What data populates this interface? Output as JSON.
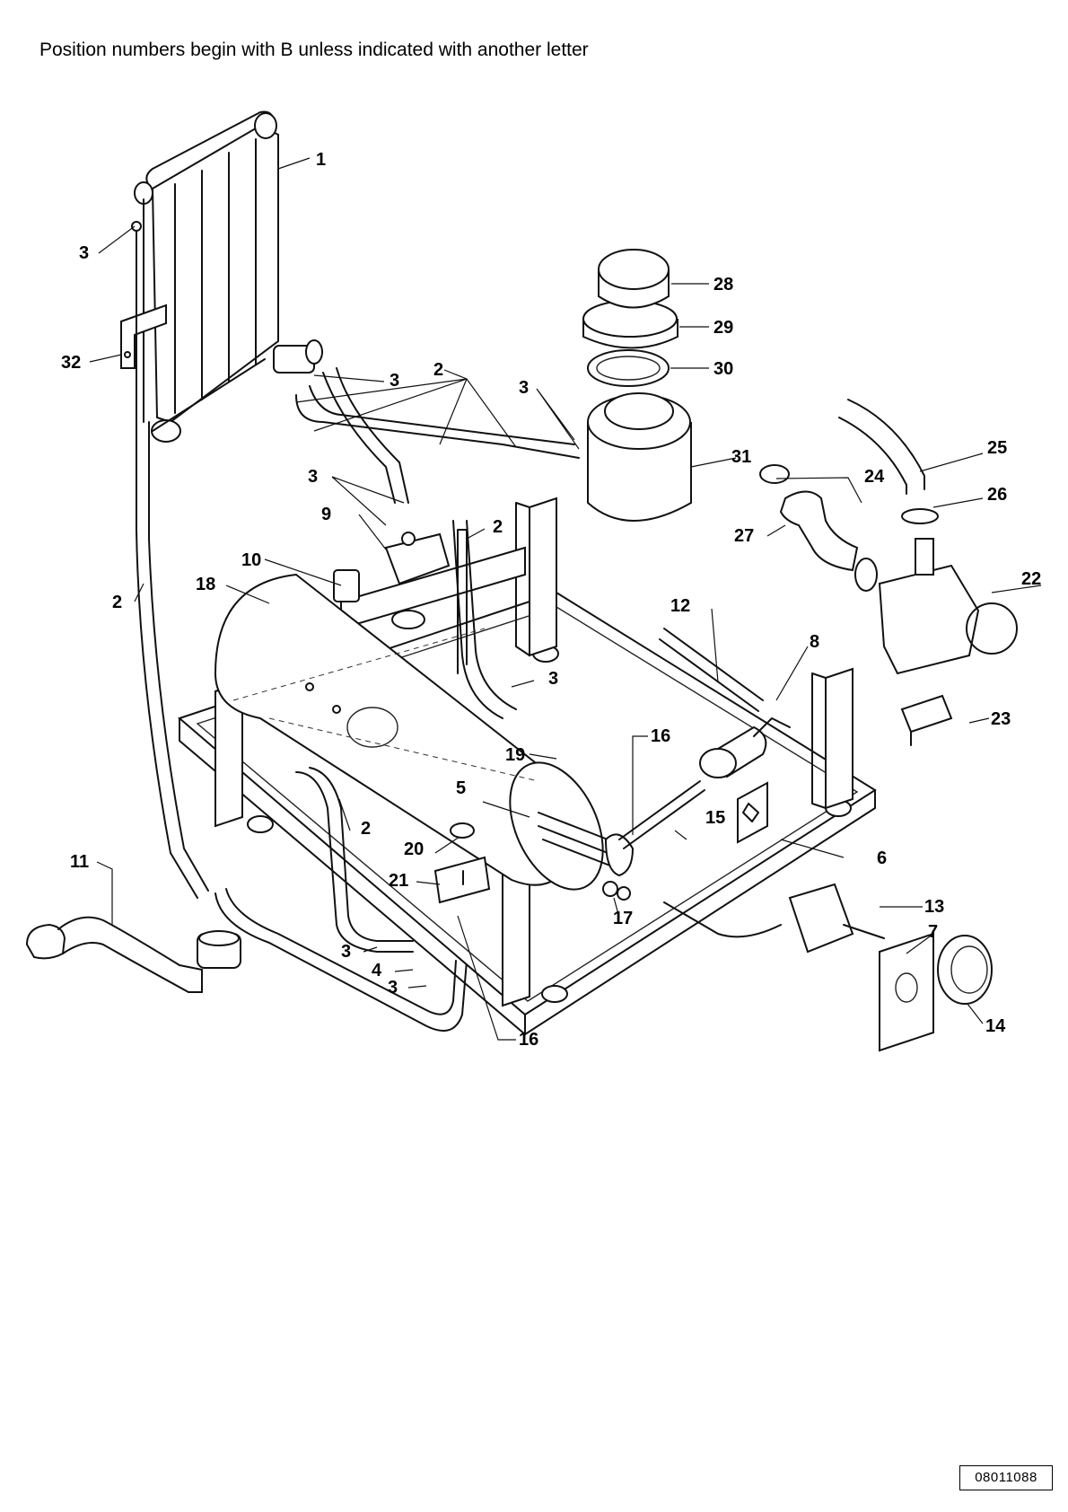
{
  "header": {
    "note": "Position numbers begin with B unless indicated with another letter"
  },
  "footer": {
    "document_number": "08011088"
  },
  "callouts": [
    {
      "id": "c1",
      "label": "1"
    },
    {
      "id": "c3a",
      "label": "3"
    },
    {
      "id": "c32",
      "label": "32"
    },
    {
      "id": "c3b",
      "label": "3"
    },
    {
      "id": "c2a",
      "label": "2"
    },
    {
      "id": "c3c",
      "label": "3"
    },
    {
      "id": "c28",
      "label": "28"
    },
    {
      "id": "c29",
      "label": "29"
    },
    {
      "id": "c30",
      "label": "30"
    },
    {
      "id": "c31",
      "label": "31"
    },
    {
      "id": "c3d",
      "label": "3"
    },
    {
      "id": "c9",
      "label": "9"
    },
    {
      "id": "c2b",
      "label": "2"
    },
    {
      "id": "c10",
      "label": "10"
    },
    {
      "id": "c18",
      "label": "18"
    },
    {
      "id": "c2c",
      "label": "2"
    },
    {
      "id": "c25",
      "label": "25"
    },
    {
      "id": "c24",
      "label": "24"
    },
    {
      "id": "c26",
      "label": "26"
    },
    {
      "id": "c27",
      "label": "27"
    },
    {
      "id": "c22",
      "label": "22"
    },
    {
      "id": "c12",
      "label": "12"
    },
    {
      "id": "c8",
      "label": "8"
    },
    {
      "id": "c3e",
      "label": "3"
    },
    {
      "id": "c23",
      "label": "23"
    },
    {
      "id": "c16a",
      "label": "16"
    },
    {
      "id": "c19",
      "label": "19"
    },
    {
      "id": "c5",
      "label": "5"
    },
    {
      "id": "c15",
      "label": "15"
    },
    {
      "id": "c6",
      "label": "6"
    },
    {
      "id": "c2d",
      "label": "2"
    },
    {
      "id": "c20",
      "label": "20"
    },
    {
      "id": "c21",
      "label": "21"
    },
    {
      "id": "c17",
      "label": "17"
    },
    {
      "id": "c11",
      "label": "11"
    },
    {
      "id": "c13",
      "label": "13"
    },
    {
      "id": "c7",
      "label": "7"
    },
    {
      "id": "c14",
      "label": "14"
    },
    {
      "id": "c3f",
      "label": "3"
    },
    {
      "id": "c4",
      "label": "4"
    },
    {
      "id": "c3g",
      "label": "3"
    },
    {
      "id": "c16b",
      "label": "16"
    }
  ]
}
